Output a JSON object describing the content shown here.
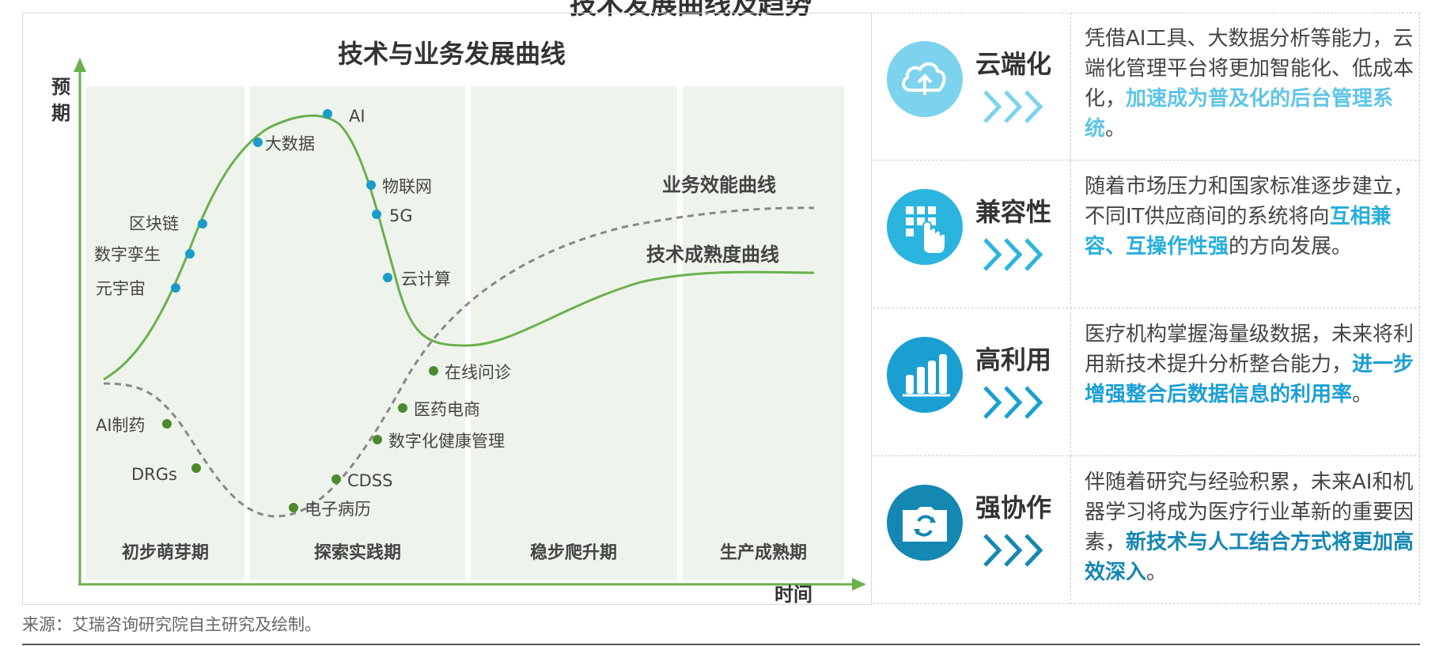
{
  "page_title": "技术发展曲线及趋势",
  "chart": {
    "title": "技术与业务发展曲线",
    "y_label": "预期",
    "x_label": "时间",
    "phases": [
      "初步萌芽期",
      "探索实践期",
      "稳步爬升期",
      "生产成熟期"
    ],
    "curve_labels": {
      "business": "业务效能曲线",
      "tech": "技术成熟度曲线"
    },
    "tech_points": [
      "元宇宙",
      "数字孪生",
      "区块链",
      "大数据",
      "AI",
      "物联网",
      "5G",
      "云计算"
    ],
    "business_points": [
      "AI制药",
      "DRGs",
      "电子病历",
      "CDSS",
      "数字化健康管理",
      "医药电商",
      "在线问诊"
    ],
    "colors": {
      "tech_curve": "#6ab04c",
      "business_curve": "#888888",
      "tech_dot": "#1a9bc9",
      "business_dot": "#4a8a2c",
      "axis": "#6ab04c",
      "phase_bg": "#eef4ec"
    }
  },
  "features": [
    {
      "name": "云端化",
      "icon": "cloud-upload-icon",
      "icon_color": "#7dd3ee",
      "highlight_color": "#5ec4e6",
      "text_before": "凭借AI工具、大数据分析等能力，云端化管理平台将更加智能化、低成本化，",
      "highlight": "加速成为普及化的后台管理系统",
      "text_after": "。"
    },
    {
      "name": "兼容性",
      "icon": "touch-grid-icon",
      "icon_color": "#2bb4dd",
      "highlight_color": "#27aedb",
      "text_before": "随着市场压力和国家标准逐步建立，不同IT供应商间的系统将向",
      "highlight": "互相兼容、互操作性强",
      "text_after": "的方向发展。"
    },
    {
      "name": "高利用",
      "icon": "bar-chart-icon",
      "icon_color": "#1a9fd3",
      "highlight_color": "#1a9fd3",
      "text_before": "医疗机构掌握海量级数据，未来将利用新技术提升分析整合能力，",
      "highlight": "进一步增强整合后数据信息的利用率",
      "text_after": "。"
    },
    {
      "name": "强协作",
      "icon": "sync-folder-icon",
      "icon_color": "#1487b3",
      "highlight_color": "#1487b3",
      "text_before": "伴随着研究与经验积累，未来AI和机器学习将成为医疗行业革新的重要因素，",
      "highlight": "新技术与人工结合方式将更加高效深入",
      "text_after": "。"
    }
  ],
  "source": "来源：艾瑞咨询研究院自主研究及绘制。"
}
